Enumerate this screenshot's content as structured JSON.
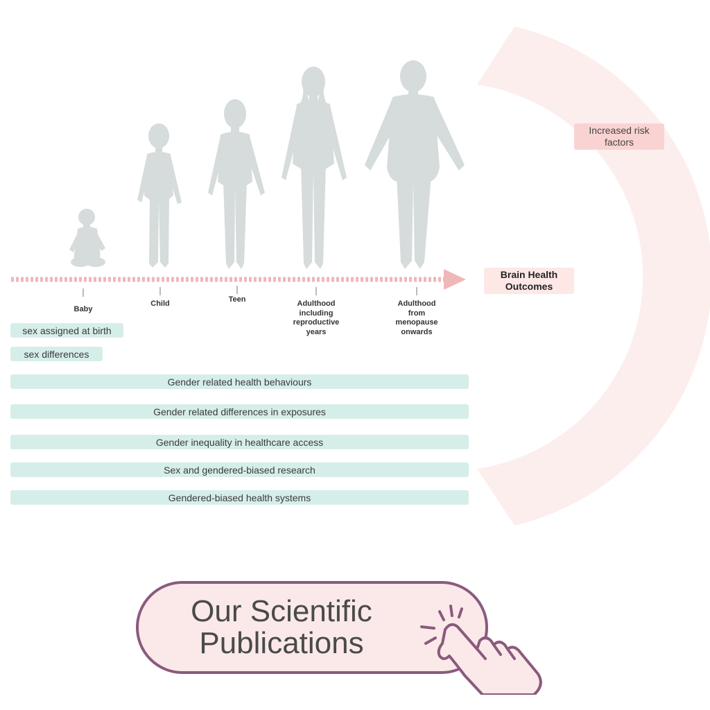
{
  "stages": [
    {
      "id": "baby",
      "label": "Baby"
    },
    {
      "id": "child",
      "label": "Child"
    },
    {
      "id": "teen",
      "label": "Teen"
    },
    {
      "id": "adult",
      "label": "Adulthood\nincluding\nreproductive\nyears"
    },
    {
      "id": "menopause",
      "label": "Adulthood\nfrom\nmenopause\nonwards"
    }
  ],
  "outcome_label": "Brain Health\nOutcomes",
  "risk_label": "Increased risk\nfactors",
  "factors": [
    "sex assigned at birth",
    "sex differences",
    "Gender related health behaviours",
    "Gender related differences in exposures",
    "Gender inequality in healthcare access",
    "Sex and gendered-biased research",
    "Gendered-biased health systems"
  ],
  "cta_label": "Our Scientific\nPublications",
  "colors": {
    "figure": "#d6dbdb",
    "timeline": "#f0b7b8",
    "factor_bar": "#d6eeea",
    "arc": "#fdeeee",
    "button_border": "#8a5a7c",
    "button_fill": "#fbe9e9"
  },
  "icons": [
    "hand-pointer-icon"
  ]
}
